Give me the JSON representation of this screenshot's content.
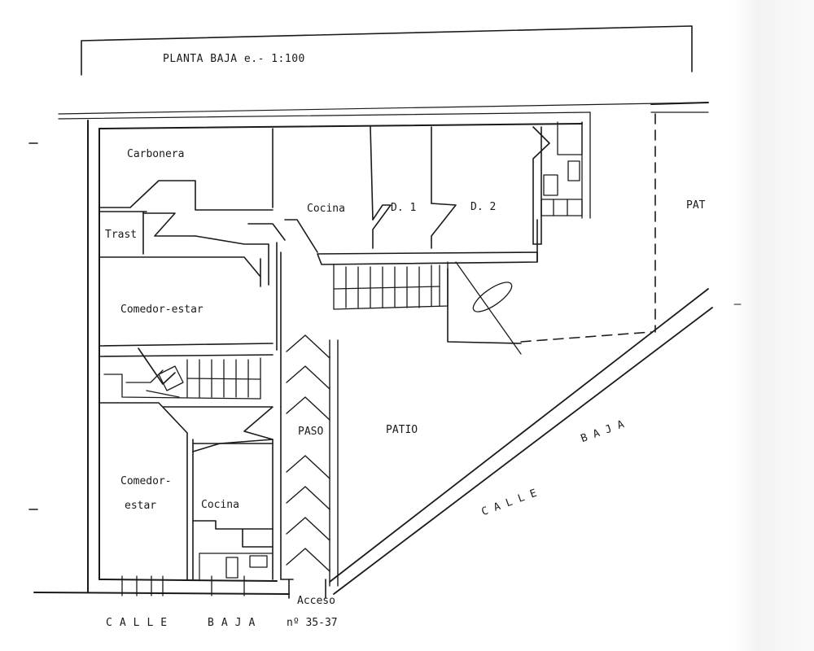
{
  "title": {
    "text": "PLANTA  BAJA  e.- 1:100"
  },
  "rooms": {
    "carbonera": "Carbonera",
    "trast": "Trast",
    "cocina_top": "Cocina",
    "d1": "D. 1",
    "d2": "D. 2",
    "patio_right": "PAT",
    "comedor_top": "Comedor-estar",
    "paso": "PASO",
    "patio": "PATIO",
    "comedor_bottom_1": "Comedor-",
    "comedor_bottom_2": "estar",
    "cocina_bottom": "Cocina",
    "acceso": "Acceso"
  },
  "streets": {
    "bottom_calle": "CALLE",
    "bottom_baja": "BAJA",
    "bottom_number": "nº 35-37",
    "diagonal_calle": "CALLE",
    "diagonal_baja": "BAJA"
  }
}
